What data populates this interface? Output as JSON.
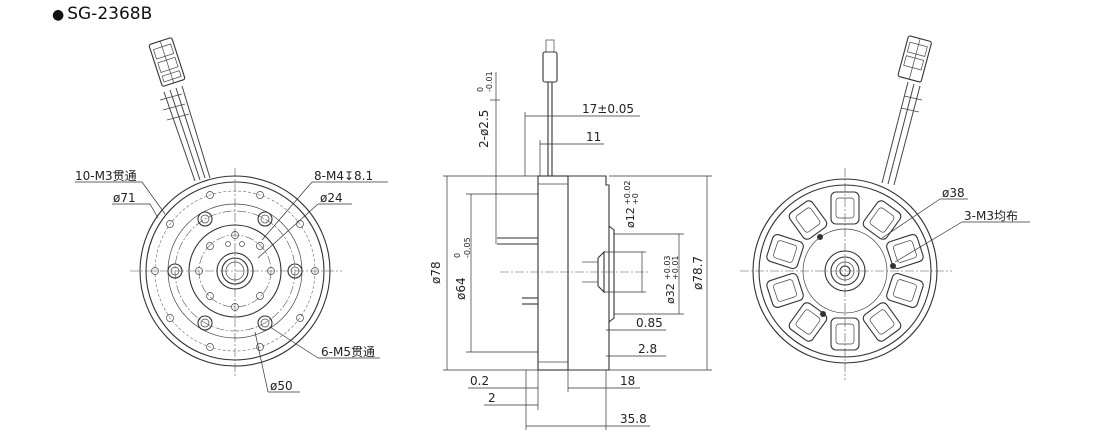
{
  "title": "SG-2368B",
  "labels": {
    "front_holes": "10-M3贯通",
    "front_d71": "ø71",
    "front_m4": "8-M4",
    "front_m4_depth": "8.1",
    "front_d24": "ø24",
    "front_m5": "6-M5贯通",
    "front_d50": "ø50",
    "side_pins": "2-ø2.5",
    "side_pins_tol": "-0.01",
    "side_pins_tol_top": "0",
    "side_17": "17±0.05",
    "side_11": "11",
    "side_d12": "ø12",
    "side_d12_tol": "+0.02",
    "side_d12_tol2": "+0",
    "side_d78": "ø78",
    "side_d64": "ø64",
    "side_d64_tol": "-0.05",
    "side_d64_tol_top": "0",
    "side_d32": "ø32",
    "side_d32_tol": "+0.03",
    "side_d32_tol2": "+0.01",
    "side_d787": "ø78.7",
    "side_085": "0.85",
    "side_28": "2.8",
    "side_02": "0.2",
    "side_2": "2",
    "side_18": "18",
    "side_358": "35.8",
    "rear_d38": "ø38",
    "rear_m3": "3-M3均布"
  }
}
